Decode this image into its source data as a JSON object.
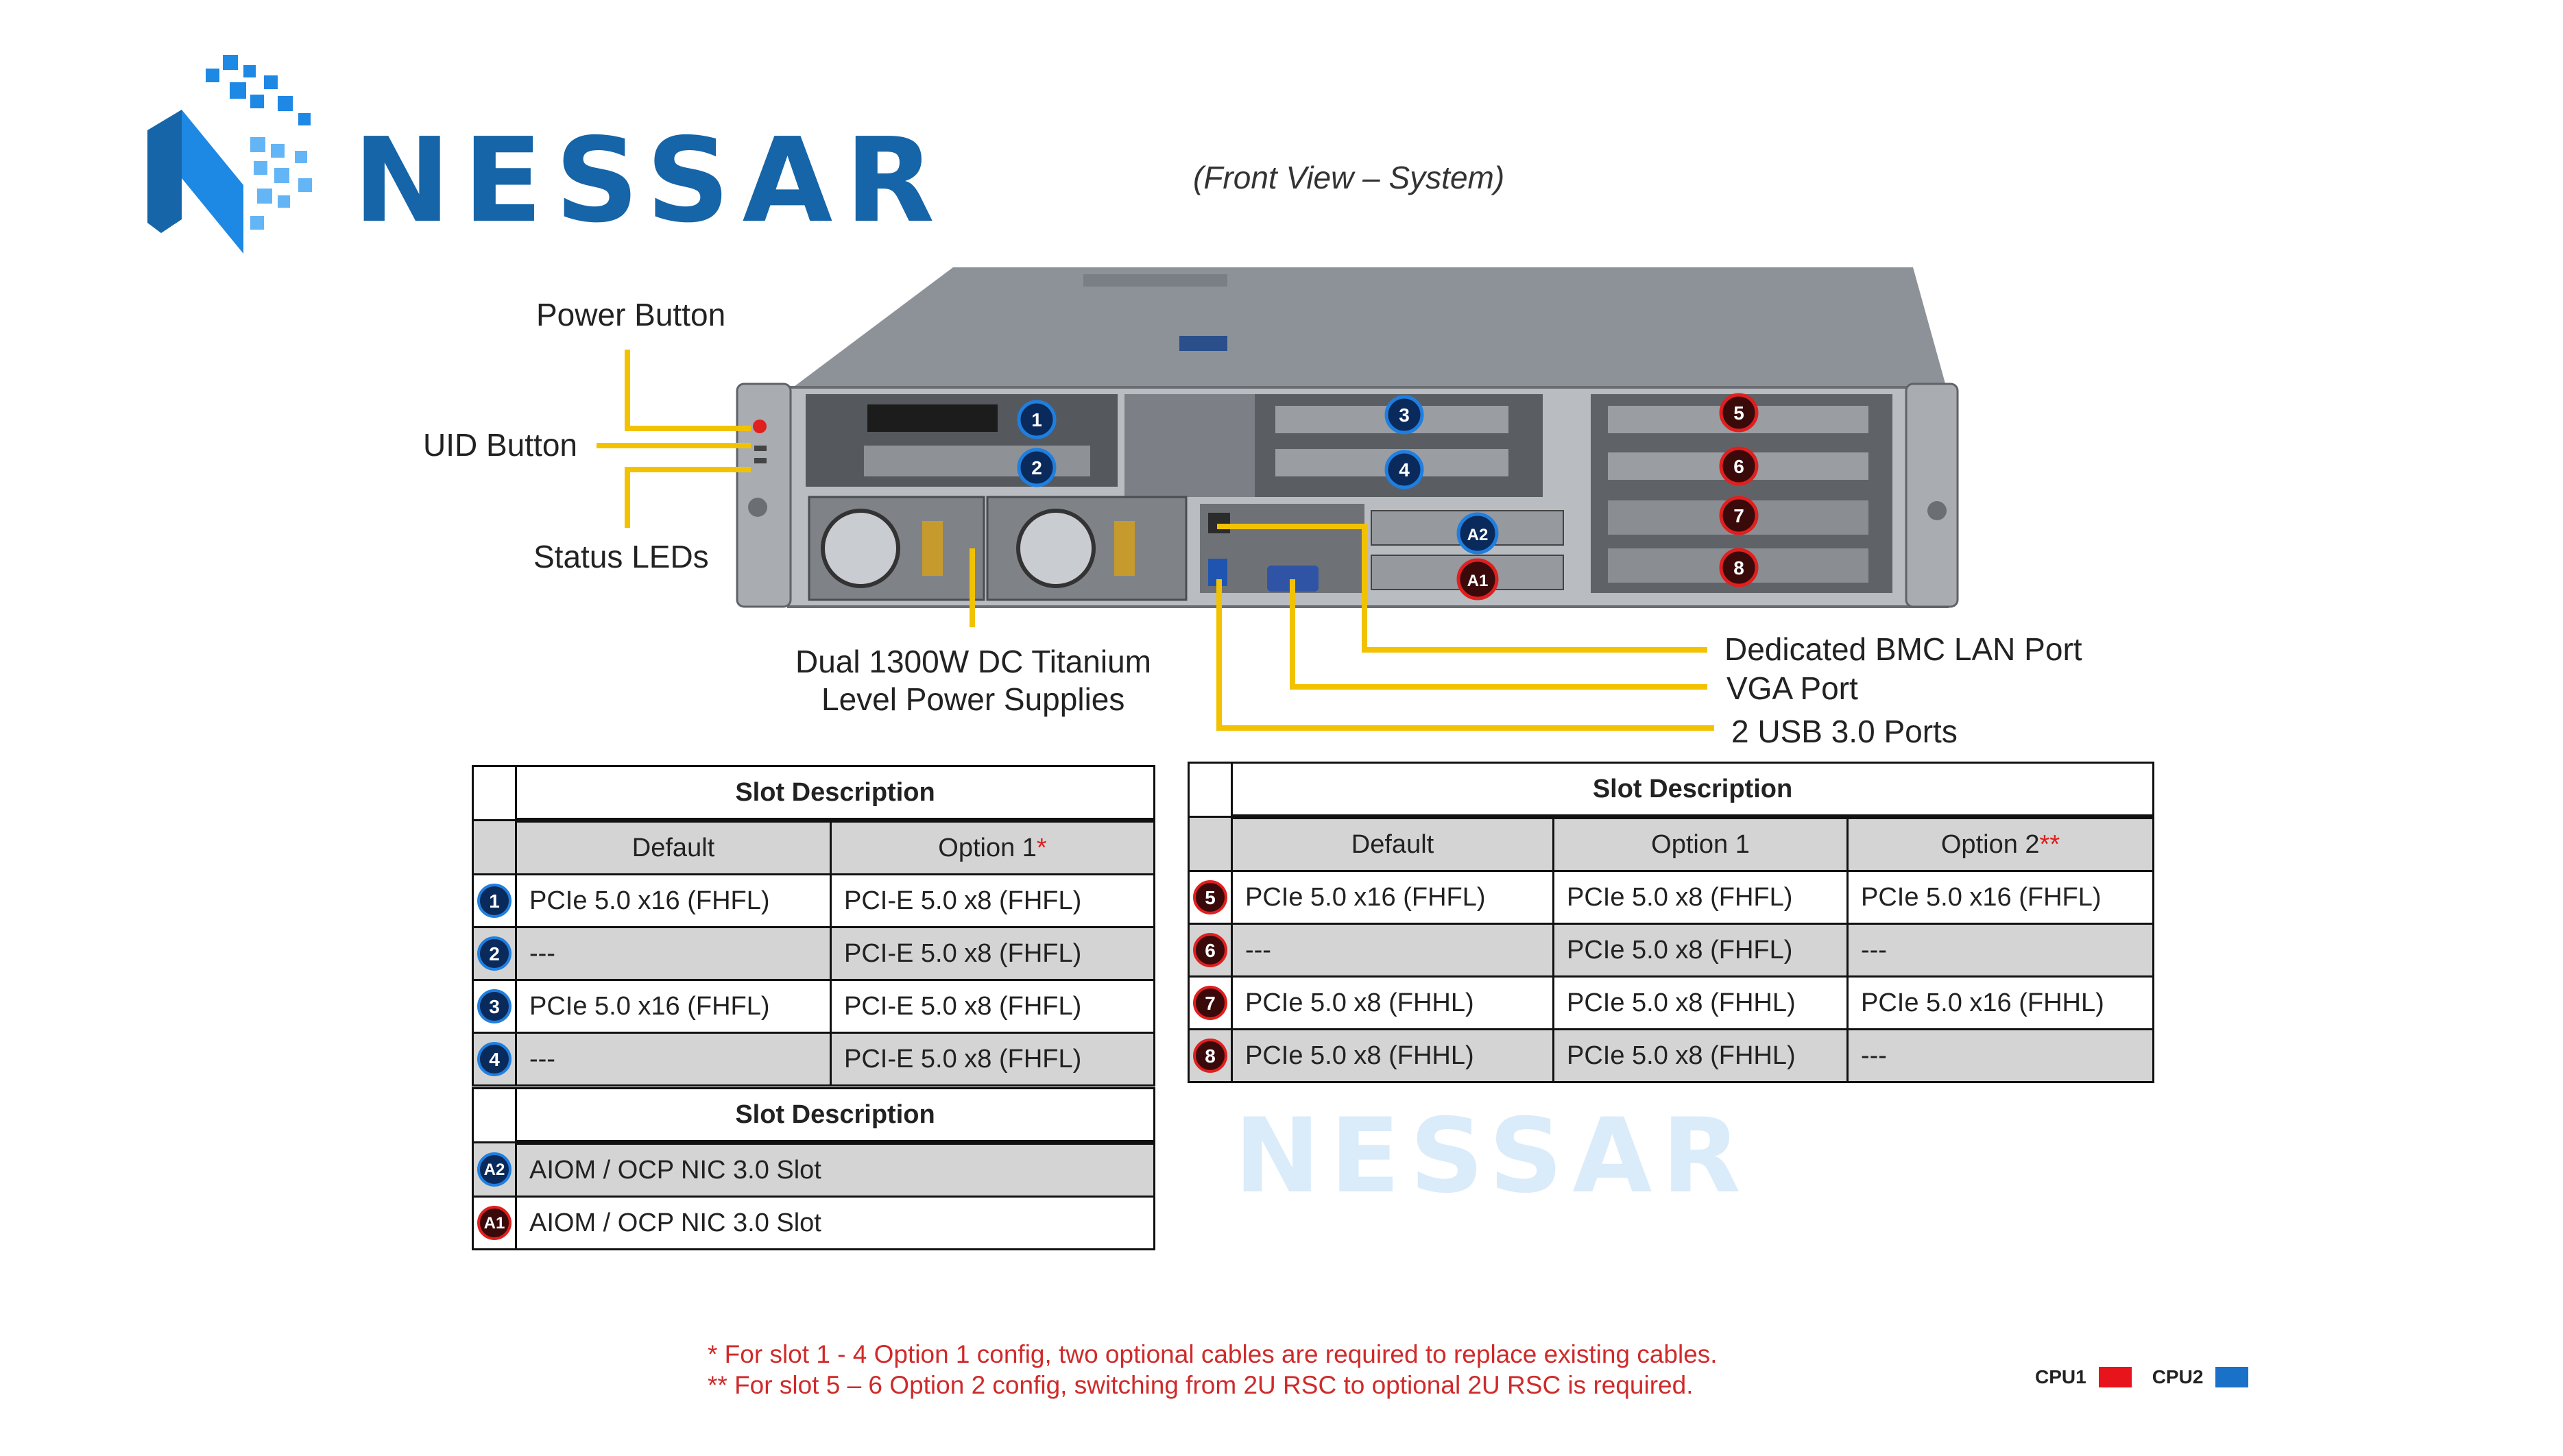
{
  "logo": {
    "text": "NESSAR"
  },
  "caption": "(Front View – System)",
  "watermark": "NESSAR",
  "labels": {
    "power_button": "Power Button",
    "uid_button": "UID Button",
    "status_leds": "Status LEDs",
    "psu_line1": "Dual 1300W DC Titanium",
    "psu_line2": "Level Power Supplies",
    "bmc": "Dedicated BMC LAN Port",
    "vga": "VGA Port",
    "usb": "2 USB 3.0 Ports"
  },
  "slot_badges": [
    "1",
    "2",
    "3",
    "4",
    "5",
    "6",
    "7",
    "8",
    "A2",
    "A1"
  ],
  "table1": {
    "title": "Slot Description",
    "col_default": "Default",
    "col_option1": "Option 1",
    "col_option1_mark": "*",
    "rows": [
      {
        "slot": "1",
        "default": "PCIe 5.0 x16 (FHFL)",
        "option1": "PCI-E 5.0 x8 (FHFL)"
      },
      {
        "slot": "2",
        "default": "---",
        "option1": "PCI-E 5.0 x8 (FHFL)"
      },
      {
        "slot": "3",
        "default": "PCIe 5.0 x16 (FHFL)",
        "option1": "PCI-E 5.0 x8 (FHFL)"
      },
      {
        "slot": "4",
        "default": "---",
        "option1": "PCI-E 5.0 x8 (FHFL)"
      }
    ]
  },
  "table2": {
    "title": "Slot Description",
    "col_default": "Default",
    "col_option1": "Option 1",
    "col_option2": "Option 2",
    "col_option2_mark": "**",
    "rows": [
      {
        "slot": "5",
        "default": "PCIe 5.0 x16 (FHFL)",
        "option1": "PCIe 5.0 x8 (FHFL)",
        "option2": "PCIe 5.0 x16 (FHFL)"
      },
      {
        "slot": "6",
        "default": "---",
        "option1": "PCIe 5.0 x8 (FHFL)",
        "option2": "---"
      },
      {
        "slot": "7",
        "default": "PCIe 5.0 x8 (FHHL)",
        "option1": "PCIe 5.0 x8 (FHHL)",
        "option2": "PCIe 5.0 x16 (FHHL)"
      },
      {
        "slot": "8",
        "default": "PCIe 5.0 x8 (FHHL)",
        "option1": "PCIe 5.0 x8 (FHHL)",
        "option2": "---"
      }
    ]
  },
  "table3": {
    "title": "Slot Description",
    "rows": [
      {
        "slot": "A2",
        "desc": "AIOM / OCP NIC 3.0 Slot"
      },
      {
        "slot": "A1",
        "desc": "AIOM / OCP NIC 3.0 Slot"
      }
    ]
  },
  "footnotes": [
    "* For slot 1 - 4 Option 1 config, two optional cables are required to replace existing cables.",
    "** For slot 5 – 6 Option 2 config, switching from 2U RSC to optional 2U RSC is required."
  ],
  "legend": [
    {
      "label": "CPU1",
      "color": "#e8141b"
    },
    {
      "label": "CPU2",
      "color": "#1a72c8"
    }
  ],
  "colors": {
    "leader": "#f2c200",
    "brand_blue": "#1565a8",
    "cpu1": "#e8141b",
    "cpu2": "#1a72c8"
  }
}
